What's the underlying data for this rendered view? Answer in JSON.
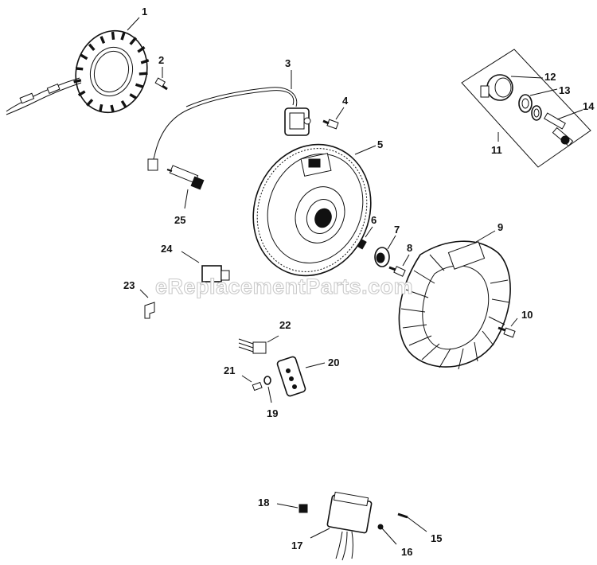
{
  "watermark": "eReplacementParts.com",
  "callouts": [
    "1",
    "2",
    "3",
    "4",
    "5",
    "6",
    "7",
    "8",
    "9",
    "10",
    "11",
    "12",
    "13",
    "14",
    "15",
    "16",
    "17",
    "18",
    "19",
    "20",
    "21",
    "22",
    "23",
    "24",
    "25"
  ],
  "colors": {
    "ink": "#111111",
    "background": "#ffffff",
    "watermark": "#c9c9c9"
  }
}
